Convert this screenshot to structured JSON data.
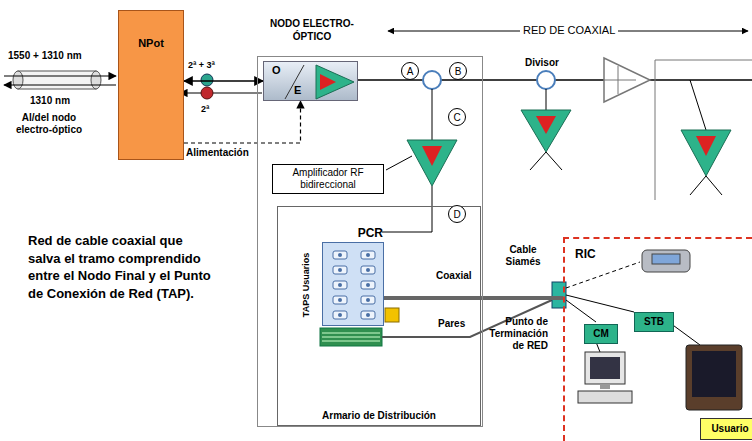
{
  "diagram": {
    "nodes": [
      {
        "text": [
          "NPot"
        ]
      },
      {
        "text": [
          "NODO ELECTRO-ÓPTICO"
        ]
      },
      {
        "text": [
          "O",
          "E"
        ],
        "in": 1
      },
      {
        "text": [
          "Armario de Distribución"
        ],
        "in": 1
      },
      {
        "text": [
          "PCR",
          "TAPS Usuarios"
        ],
        "in": 3
      },
      {
        "text": [
          "RIC"
        ]
      },
      {
        "text": [
          "CM"
        ],
        "in": 5
      },
      {
        "text": [
          "STB"
        ],
        "in": 5
      },
      {
        "text": [
          "Usuario"
        ],
        "in": 5
      }
    ],
    "edges": [
      {
        "from": 0,
        "to": 2,
        "arrow": "both"
      },
      {
        "from": 0,
        "to": 2,
        "label": "Alimentación",
        "arrow": "to"
      },
      {
        "from": 4,
        "to": 5,
        "arrow": "none"
      }
    ],
    "labels": [
      "1550 + 1310 nm",
      "1310 nm",
      "Al/del nodo electro-óptico",
      "2ª + 3ª",
      "2ª",
      "RED DE COAXIAL",
      "A",
      "B",
      "C",
      "D",
      "Divisor",
      "Amplificador RF bidireccional",
      "Coaxial",
      "Pares",
      "Cable Siamés",
      "Punto de Terminación de RED",
      "Red de cable coaxial que salva el tramo comprendido entre el Nodo Final y el Punto de Conexión de Red (TAP)."
    ]
  }
}
